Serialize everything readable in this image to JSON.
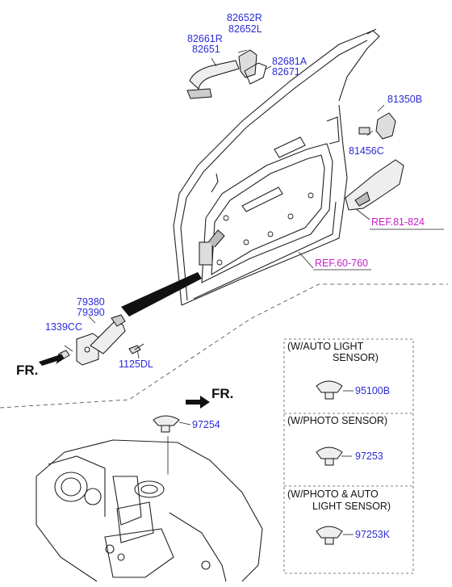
{
  "labels": {
    "p82652": [
      "82652R",
      "82652L"
    ],
    "p82661": [
      "82661R",
      "82651"
    ],
    "p82681": [
      "82681A",
      "82671"
    ],
    "p81350": "81350B",
    "p81456": "81456C",
    "p79380": [
      "79380",
      "79390"
    ],
    "p1339": "1339CC",
    "p1125": "1125DL",
    "p97254": "97254",
    "p95100": "95100B",
    "p97253": "97253",
    "p97253k": "97253K"
  },
  "refs": {
    "ref81": "REF.81-824",
    "ref60": "REF.60-760"
  },
  "direction": {
    "fr_lower": "FR.",
    "fr_upper": "FR."
  },
  "options": {
    "auto_light": [
      "(W/AUTO LIGHT",
      "SENSOR)"
    ],
    "photo": "(W/PHOTO SENSOR)",
    "photo_auto": [
      "(W/PHOTO & AUTO",
      "LIGHT SENSOR)"
    ]
  },
  "colors": {
    "part_number": "#2b2bd6",
    "reference": "#c81ec8",
    "line": "#222222"
  }
}
